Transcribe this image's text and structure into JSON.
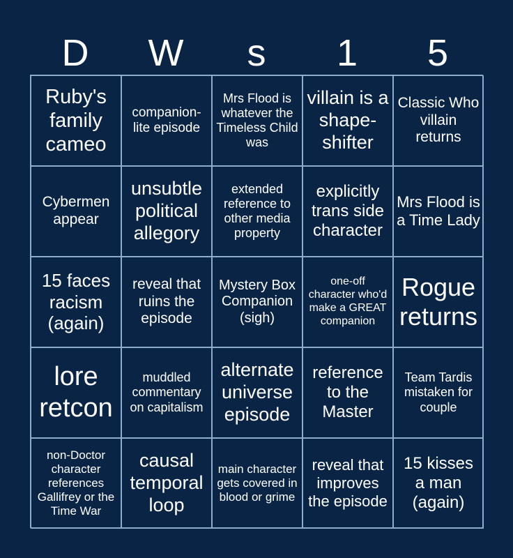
{
  "header": [
    "D",
    "W",
    "s",
    "1",
    "5"
  ],
  "cells": [
    [
      "Ruby's family cameo",
      "companion-lite episode",
      "Mrs Flood is whatever the Timeless Child was",
      "villain is a shape-shifter",
      "Classic Who villain returns"
    ],
    [
      "Cybermen appear",
      "unsubtle political allegory",
      "extended reference to other media property",
      "explicitly trans side character",
      "Mrs Flood is a Time Lady"
    ],
    [
      "15 faces racism (again)",
      "reveal that ruins the episode",
      "Mystery Box Companion (sigh)",
      "one-off character who'd make a GREAT companion",
      "Rogue returns"
    ],
    [
      "lore retcon",
      "muddled commentary on capitalism",
      "alternate universe episode",
      "reference to the Master",
      "Team Tardis mistaken for couple"
    ],
    [
      "non-Doctor character references Gallifrey or the Time War",
      "causal temporal loop",
      "main character gets covered in blood or grime",
      "reveal that improves the episode",
      "15 kisses a man (again)"
    ]
  ]
}
